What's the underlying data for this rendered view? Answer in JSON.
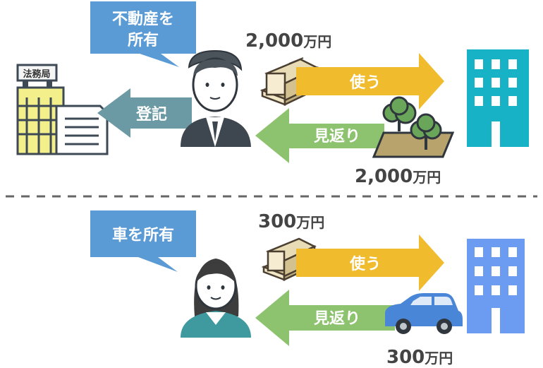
{
  "top": {
    "bubble_line1": "不動産を",
    "bubble_line2": "所有",
    "amount_top": "2,000",
    "amount_top_unit": "万円",
    "amount_bottom": "2,000",
    "amount_bottom_unit": "万円",
    "arrow_use": "使う",
    "arrow_return": "見返り",
    "arrow_register": "登記",
    "office_sign": "法務局"
  },
  "bottom": {
    "bubble": "車を所有",
    "amount_top": "300",
    "amount_top_unit": "万円",
    "amount_bottom": "300",
    "amount_bottom_unit": "万円",
    "arrow_use": "使う",
    "arrow_return": "見返り"
  },
  "colors": {
    "bubble": "#5b9bd5",
    "use_arrow": "#f0bc2d",
    "return_arrow": "#8dc26e",
    "register_arrow": "#6b9aa5",
    "building_top": "#17b2c6",
    "building_bottom": "#6c9bf2",
    "car": "#4a86d8"
  }
}
